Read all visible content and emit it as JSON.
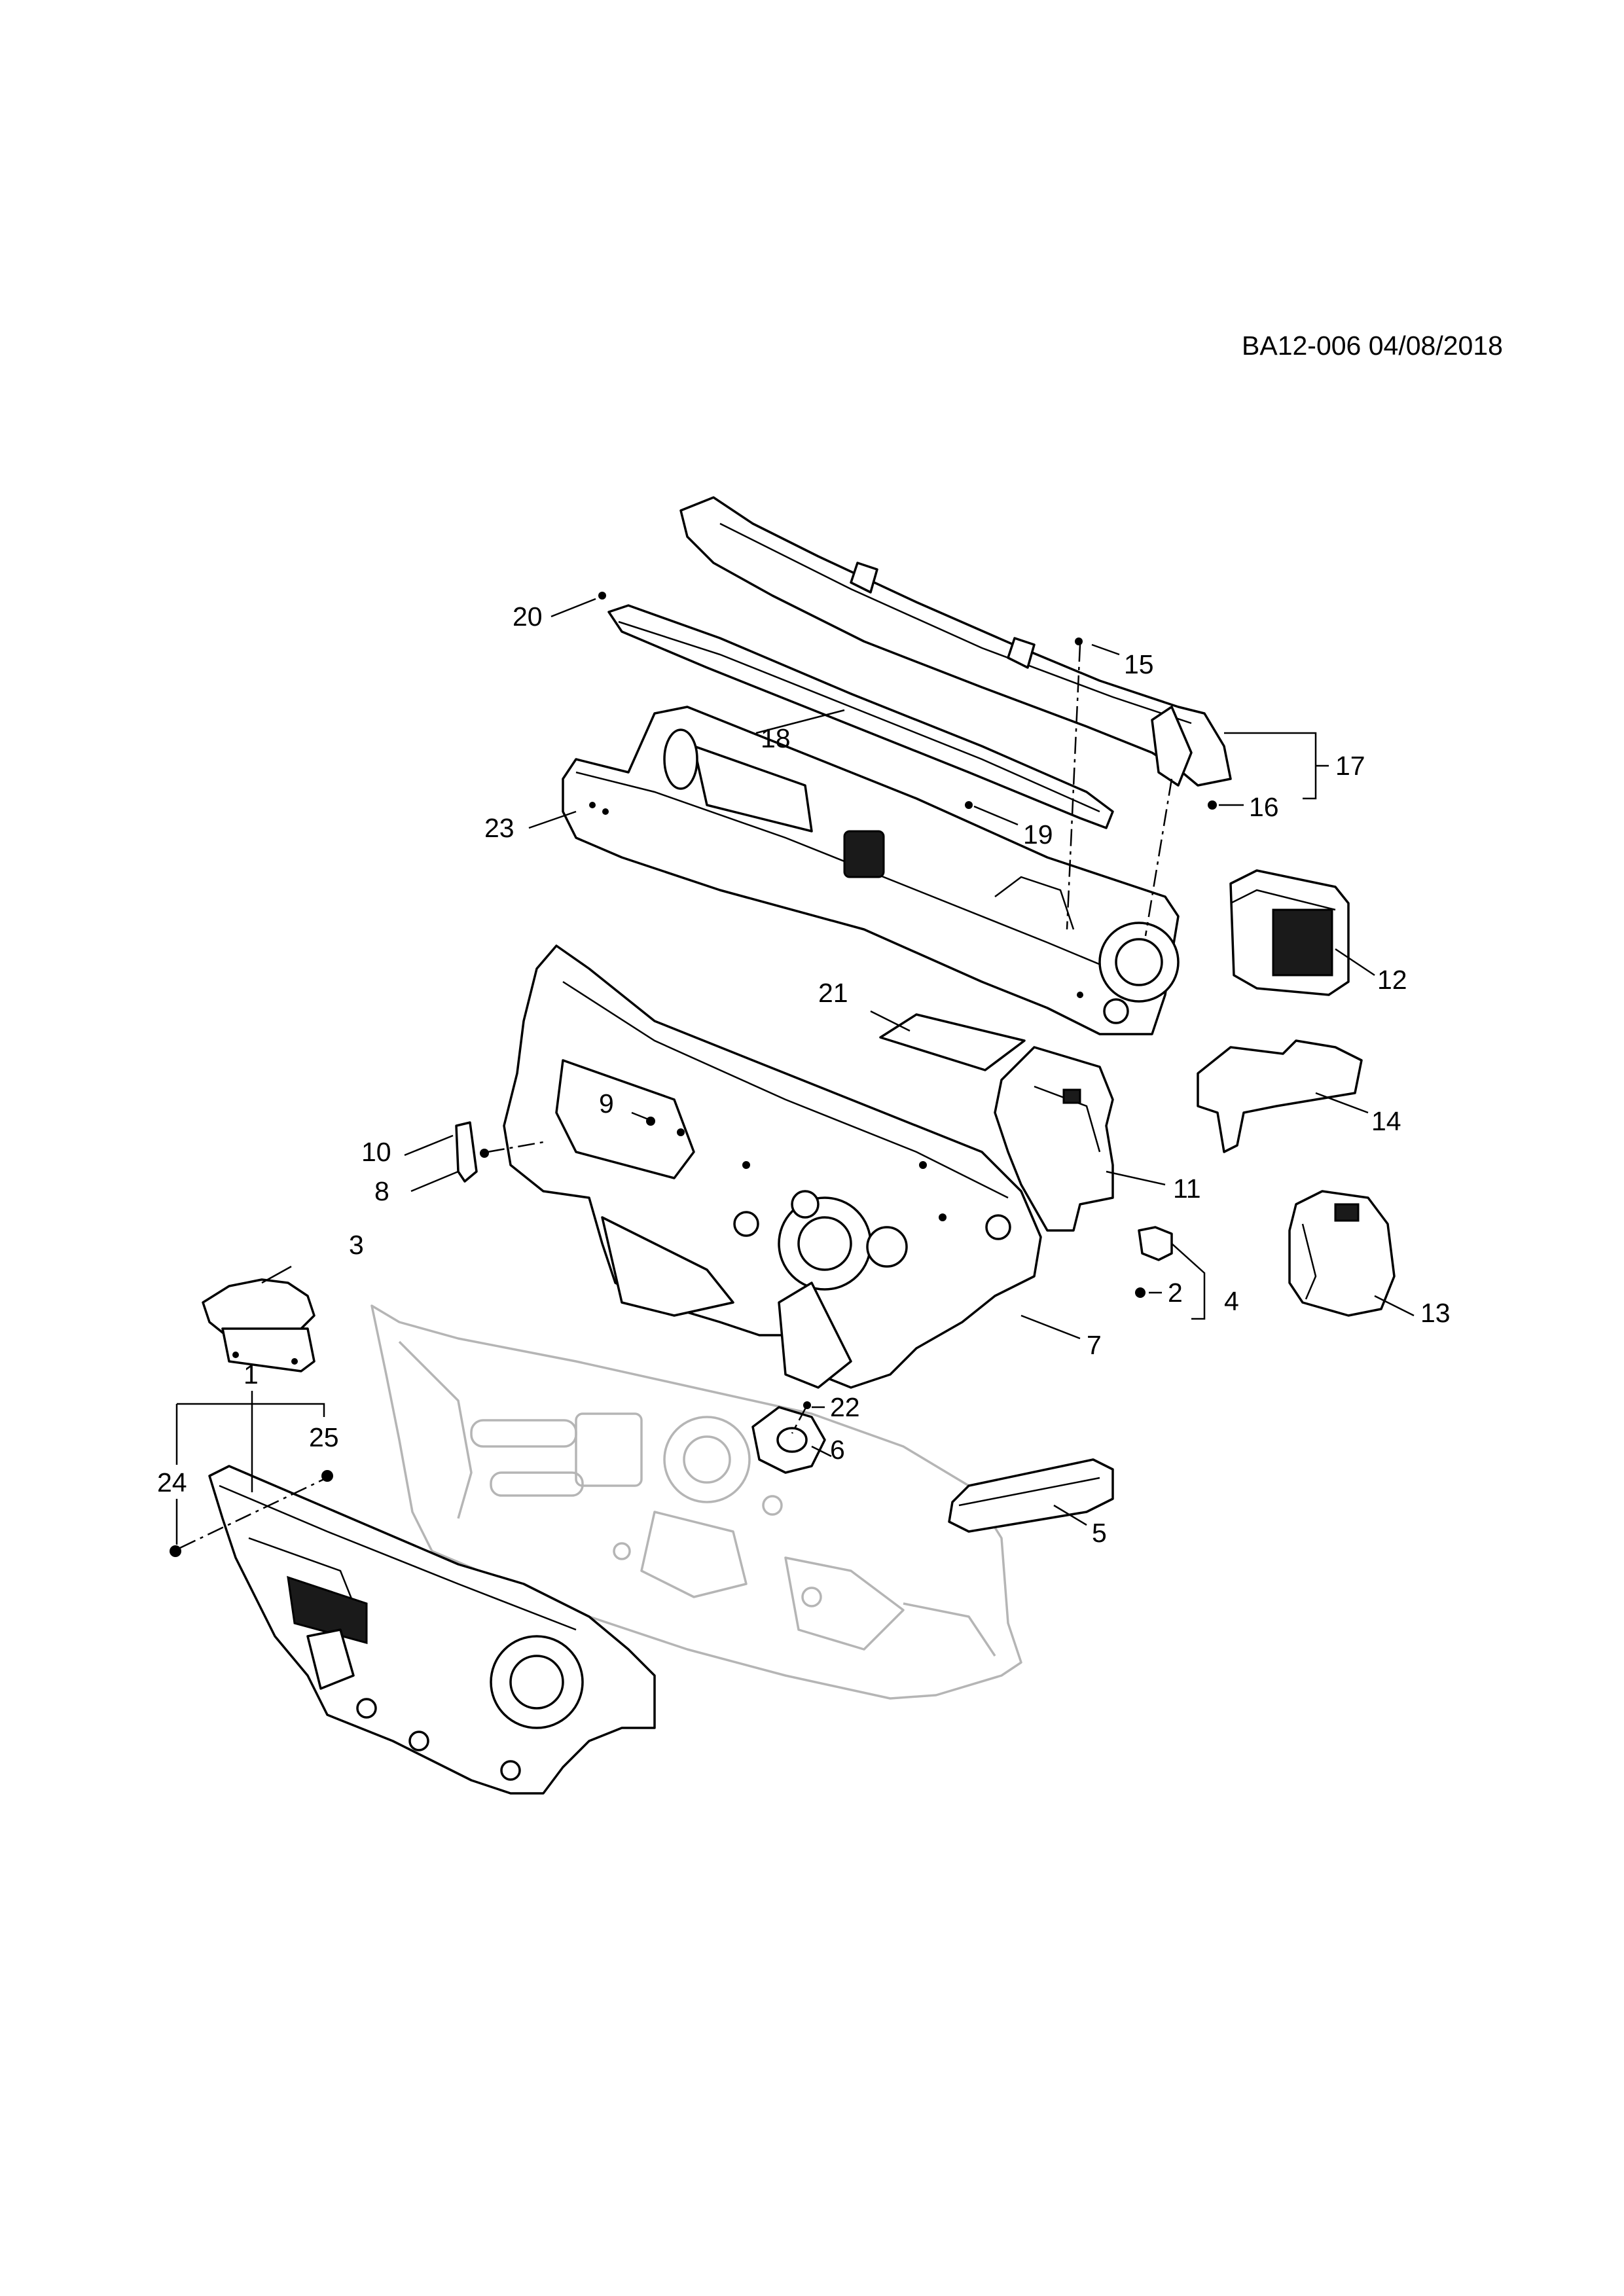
{
  "header": {
    "diagram_id": "BA12-006 04/08/2018"
  },
  "callouts": {
    "n1": "1",
    "n2": "2",
    "n3": "3",
    "n4": "4",
    "n5": "5",
    "n6": "6",
    "n7": "7",
    "n8": "8",
    "n9": "9",
    "n10": "10",
    "n11": "11",
    "n12": "12",
    "n13": "13",
    "n14": "14",
    "n15": "15",
    "n16": "16",
    "n17": "17",
    "n18": "18",
    "n19": "19",
    "n20": "20",
    "n21": "21",
    "n22": "22",
    "n23": "23",
    "n24": "24",
    "n25": "25"
  },
  "colors": {
    "line": "#000000",
    "ghost_outline": "#b5b5b5",
    "background": "#ffffff"
  }
}
